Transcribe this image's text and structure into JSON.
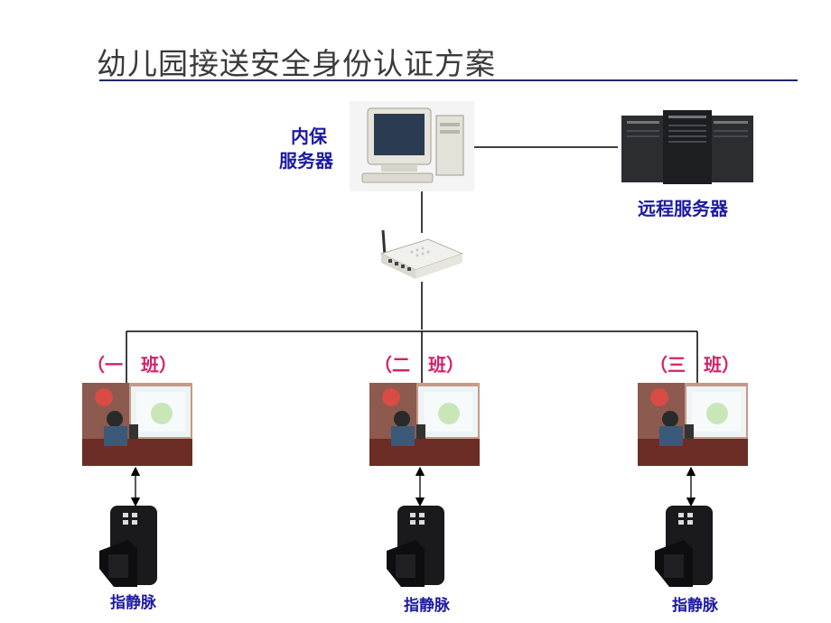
{
  "title": "幼儿园接送安全身份认证方案",
  "local_server_label": [
    "内保",
    "服务器"
  ],
  "remote_server_label": "远程服务器",
  "classes": [
    {
      "label": "（一　班）",
      "device_label": "指静脉"
    },
    {
      "label": "（二　班）",
      "device_label": "指静脉"
    },
    {
      "label": "（三　班）",
      "device_label": "指静脉"
    }
  ],
  "colors": {
    "label_blue": "#1c1aa0",
    "class_pink": "#d4206a",
    "title_rule": "#1f2a6b"
  }
}
